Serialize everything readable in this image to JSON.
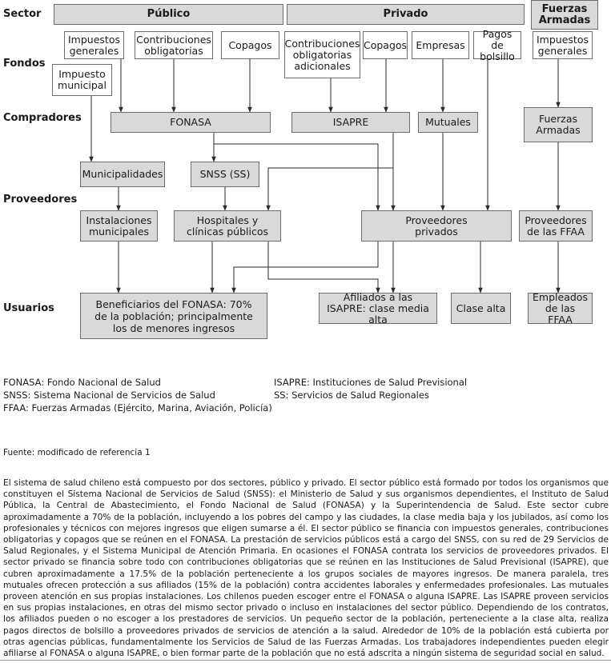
{
  "rows": {
    "sector": "Sector",
    "fondos": "Fondos",
    "compradores": "Compradores",
    "proveedores": "Proveedores",
    "usuarios": "Usuarios"
  },
  "sectors": {
    "publico": "Público",
    "privado": "Privado",
    "ffaa": "Fuerzas Armadas"
  },
  "fondos": {
    "imp_generales": "Impuestos generales",
    "contrib_oblig": "Contribuciones obligatorias",
    "copagos_pub": "Copagos",
    "imp_municipal": "Impuesto municipal",
    "contrib_adic": "Contribuciones obligatorias adicionales",
    "copagos_priv": "Copagos",
    "empresas": "Empresas",
    "pagos_bolsillo": "Pagos de bolsillo",
    "imp_ffaa": "Impuestos generales"
  },
  "compradores": {
    "fonasa": "FONASA",
    "isapre": "ISAPRE",
    "mutuales": "Mutuales",
    "ffaa": "Fuerzas Armadas"
  },
  "proveedores": {
    "municipalidades": "Municipalidades",
    "snss": "SNSS (SS)",
    "instalaciones": "Instalaciones municipales",
    "hospitales": "Hospitales y clínicas públicos",
    "privados": "Proveedores privados",
    "ffaa": "Proveedores de las FFAA"
  },
  "usuarios": {
    "beneficiarios": "Beneficiarios del FONASA: 70% de la población; principalmente los de menores ingresos",
    "afiliados": "Afiliados a las ISAPRE: clase media alta",
    "clase_alta": "Clase alta",
    "empleados": "Empleados de las FFAA"
  },
  "legend": {
    "fonasa": "FONASA: Fondo Nacional de Salud",
    "snss": "SNSS: Sistema Nacional de Servicios de Salud",
    "ffaa": "FFAA: Fuerzas Armadas (Ejército, Marina, Aviación, Policía)",
    "isapre": "ISAPRE: Instituciones de Salud Previsional",
    "ss": "SS: Servicios de Salud Regionales"
  },
  "source": "Fuente: modificado de referencia 1",
  "paragraph": "El sistema de salud chileno está compuesto por dos sectores, público y privado. El sector público está formado por todos los organismos que constituyen el Sistema Nacional de Servicios de Salud (SNSS): el Ministerio de Salud y sus organismos dependientes, el Instituto de Salud Pública, la Central de Abastecimiento, el Fondo Nacional de Salud (FONASA) y la Superintendencia de Salud. Este sector cubre aproximadamente a 70% de la población, incluyendo a los pobres del campo y las ciudades, la clase media baja y los jubilados, así como los profesionales y técnicos con mejores ingresos que eligen sumarse a él. El sector público se financia con impuestos generales, contribuciones obligatorias y copagos que se reúnen en el FONASA. La prestación de servicios públicos está a cargo del SNSS, con su red de 29 Servicios de Salud Regionales, y el Sistema Municipal de Atención Primaria. En ocasiones el FONASA contrata los servicios de proveedores privados. El sector privado se financia sobre todo con contribuciones obligatorias que se reúnen en las Instituciones de Salud Previsional (ISAPRE), que cubren aproximadamente a 17.5% de la población perteneciente a los grupos sociales de mayores ingresos. De manera paralela, tres mutuales ofrecen protección a sus afiliados (15% de la población) contra accidentes laborales y enfermedades profesionales. Las mutuales proveen atención en sus propias instalaciones. Los chilenos pueden escoger entre el FONASA o alguna ISAPRE. Las ISAPRE proveen servicios en sus propias instalaciones, en otras del mismo sector privado o incluso en instalaciones del sector público. Dependiendo de los contratos, los afiliados pueden o no escoger a los prestadores de servicios. Un pequeño sector de la población, perteneciente a la clase alta, realiza pagos directos de bolsillo a proveedores privados de servicios de atención a la salud. Alrededor de 10% de la población está cubierta por otras agencias públicas, fundamentalmente los Servicios de Salud de las Fuerzas Armadas. Los trabajadores independientes pueden elegir afiliarse al FONASA o alguna ISAPRE, o bien formar parte de la población que no está adscrita a ningún sistema de seguridad social en salud."
}
